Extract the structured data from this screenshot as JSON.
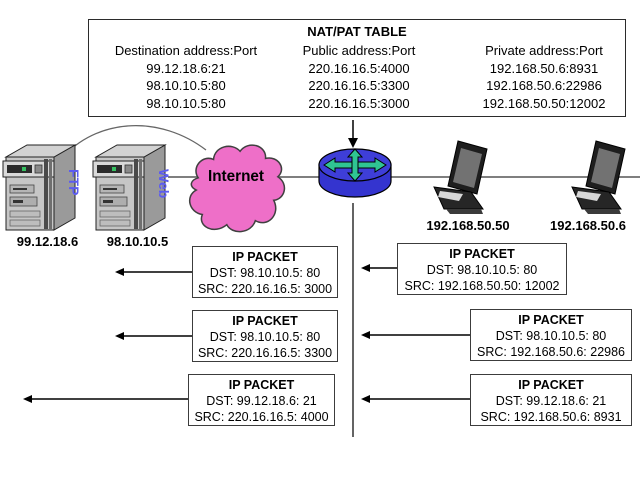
{
  "nat_table": {
    "title": "NAT/PAT TABLE",
    "columns": [
      "Destination address:Port",
      "Public address:Port",
      "Private address:Port"
    ],
    "rows": [
      [
        "99.12.18.6:21",
        "220.16.16.5:4000",
        "192.168.50.6:8931"
      ],
      [
        "98.10.10.5:80",
        "220.16.16.5:3300",
        "192.168.50.6:22986"
      ],
      [
        "98.10.10.5:80",
        "220.16.16.5:3000",
        "192.168.50.50:12002"
      ]
    ]
  },
  "nodes": {
    "ftp_server": {
      "label": "FTP",
      "ip": "99.12.18.6"
    },
    "web_server": {
      "label": "Web",
      "ip": "98.10.10.5"
    },
    "internet": {
      "label": "Internet"
    },
    "laptop_inner": {
      "ip": "192.168.50.50"
    },
    "laptop_outer": {
      "ip": "192.168.50.6"
    }
  },
  "packets": {
    "title": "IP PACKET",
    "left": [
      {
        "dst": "DST: 98.10.10.5: 80",
        "src": "SRC: 220.16.16.5: 3000"
      },
      {
        "dst": "DST: 98.10.10.5: 80",
        "src": "SRC: 220.16.16.5: 3300"
      },
      {
        "dst": "DST: 99.12.18.6: 21",
        "src": "SRC: 220.16.16.5: 4000"
      }
    ],
    "right": [
      {
        "dst": "DST: 98.10.10.5: 80",
        "src": "SRC: 192.168.50.50: 12002"
      },
      {
        "dst": "DST: 98.10.10.5: 80",
        "src": "SRC: 192.168.50.6: 22986"
      },
      {
        "dst": "DST: 99.12.18.6: 21",
        "src": "SRC: 192.168.50.6: 8931"
      }
    ]
  },
  "colors": {
    "cloud_pink": "#ee6fc8",
    "router_body": "#3434cf",
    "router_top": "#3e3ed8",
    "arrow_green": "#2fc493",
    "server_label_blue": "#5c5cf0",
    "line_gray": "#7f7f7f"
  }
}
